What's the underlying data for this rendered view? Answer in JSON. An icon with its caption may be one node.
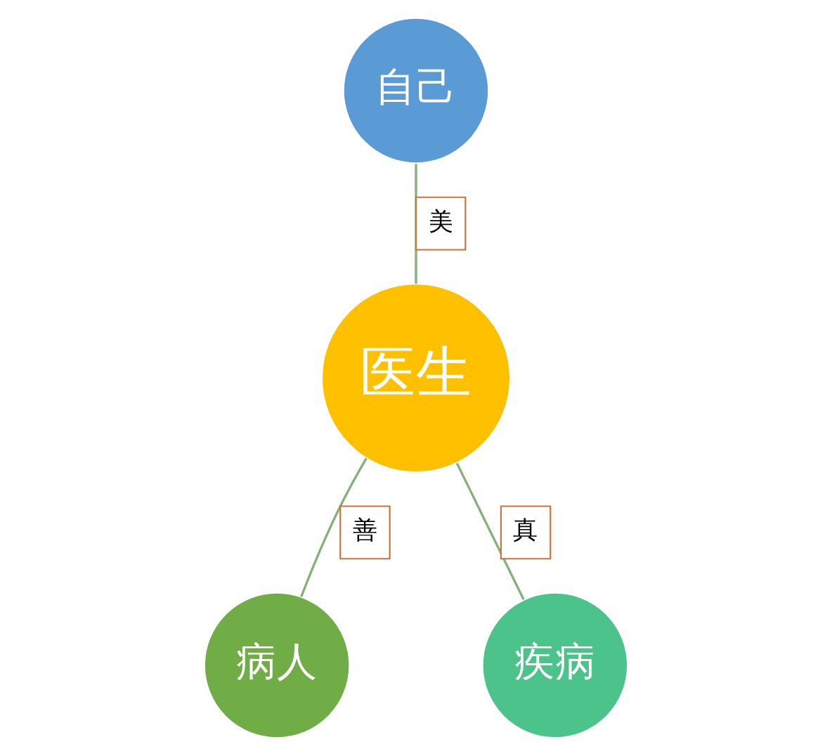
{
  "diagram": {
    "nodes": [
      {
        "text": [
          "自己"
        ]
      },
      {
        "text": [
          "医生"
        ]
      },
      {
        "text": [
          "病人"
        ]
      },
      {
        "text": [
          "疾病"
        ]
      }
    ],
    "edges": [
      {
        "from": 0,
        "to": 1,
        "arrow": "none",
        "label": "美"
      },
      {
        "from": 1,
        "to": 2,
        "arrow": "none",
        "label": "善"
      },
      {
        "from": 1,
        "to": 3,
        "arrow": "none",
        "label": "真"
      }
    ]
  }
}
